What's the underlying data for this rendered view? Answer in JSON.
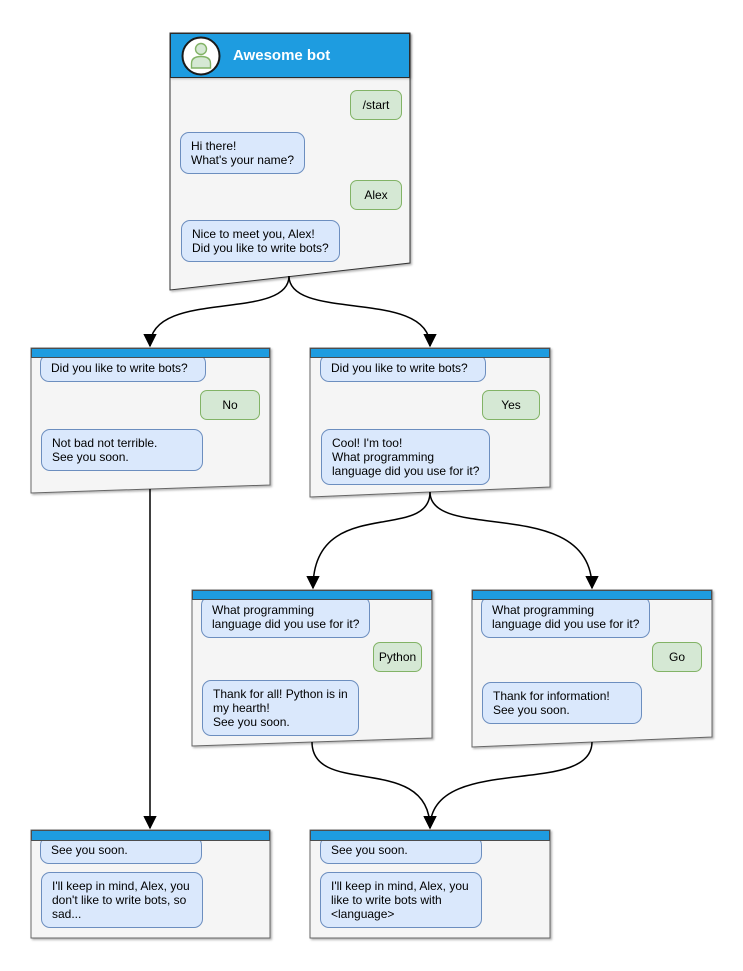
{
  "colors": {
    "header_blue": "#1E9CE0",
    "window_fill": "#F5F5F5",
    "window_border": "#666666",
    "bot_bubble_fill": "#DAE8FC",
    "bot_bubble_border": "#6C8EBF",
    "user_bubble_fill": "#D5E8D4",
    "user_bubble_border": "#82B366",
    "arrow": "#000000",
    "title_text": "#FFFFFF"
  },
  "main_window": {
    "title": "Awesome bot",
    "avatar_icon": "person-icon",
    "messages": {
      "start_command": "/start",
      "greeting": "Hi there!\nWhat's your name?",
      "user_name": "Alex",
      "nice_to_meet": "Nice to meet you, Alex!\nDid you like to write bots?"
    }
  },
  "branch_no": {
    "question": "Did you like to write bots?",
    "answer": "No",
    "reply": "Not bad not terrible.\nSee you soon."
  },
  "branch_yes": {
    "question": "Did you like to write bots?",
    "answer": "Yes",
    "reply": "Cool! I'm too!\nWhat programming\nlanguage did you use for it?"
  },
  "branch_python": {
    "question": "What programming\nlanguage did you use for it?",
    "answer": "Python",
    "reply": "Thank for all! Python is in\nmy hearth!\nSee you soon."
  },
  "branch_go": {
    "question": "What programming\nlanguage did you use for it?",
    "answer": "Go",
    "reply": "Thank for information!\nSee you soon."
  },
  "end_no": {
    "question": "See you soon.",
    "reply": "I'll keep in mind, Alex, you\ndon't like to write bots, so\nsad..."
  },
  "end_yes": {
    "question": "See you soon.",
    "reply": "I'll keep in mind, Alex, you\nlike to write bots with\n<language>"
  },
  "edges": [
    {
      "from": "main-window",
      "to": "branch-no"
    },
    {
      "from": "main-window",
      "to": "branch-yes"
    },
    {
      "from": "branch-no",
      "to": "end-no"
    },
    {
      "from": "branch-yes",
      "to": "branch-python"
    },
    {
      "from": "branch-yes",
      "to": "branch-go"
    },
    {
      "from": "branch-python",
      "to": "end-yes"
    },
    {
      "from": "branch-go",
      "to": "end-yes"
    }
  ]
}
